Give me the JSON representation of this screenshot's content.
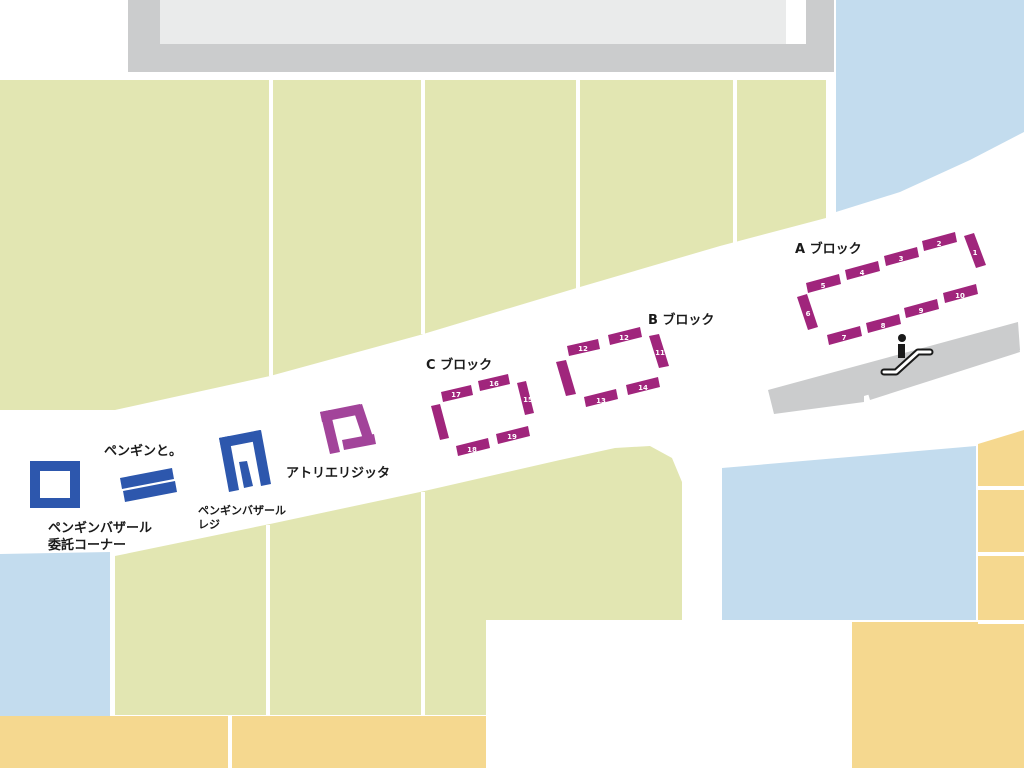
{
  "colors": {
    "green": "#e2e6b2",
    "blue": "#c3dcee",
    "orange": "#f5d88f",
    "gray": "#cbcccd",
    "walkway": "#ffffff",
    "penguin": "#2d57ad",
    "atelier": "#a2449a",
    "block": "#a0257c",
    "icon": "#1a1a1a"
  },
  "labels": {
    "a_block": "A ブロック",
    "b_block": "B ブロック",
    "c_block": "C ブロック",
    "penguin_to": "ペンギンと。",
    "penguin_bazaar_consign_1": "ペンギンバザール",
    "penguin_bazaar_consign_2": "委託コーナー",
    "penguin_bazaar_register_1": "ペンギンバザール",
    "penguin_bazaar_register_2": "レジ",
    "atelier_rijitta": "アトリエリジッタ"
  },
  "booths": {
    "a": [
      "1",
      "2",
      "3",
      "4",
      "5",
      "6",
      "7",
      "8",
      "9",
      "10"
    ],
    "b": [
      "11",
      "12",
      "12",
      "13",
      "14"
    ],
    "c": [
      "15",
      "16",
      "17",
      "18",
      "19"
    ]
  },
  "icons": {
    "escalator": "escalator-icon"
  }
}
